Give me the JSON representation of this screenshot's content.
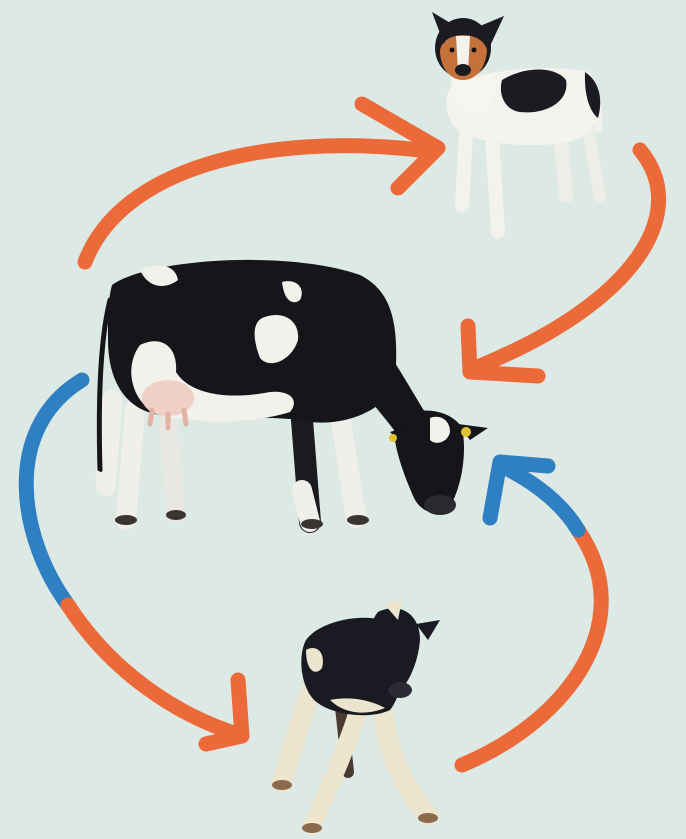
{
  "diagram": {
    "background_color": "#dce9e4",
    "arrow_colors": {
      "orange": "#ec6a3a",
      "blue": "#2f7fc3"
    },
    "nodes": [
      {
        "id": "dog",
        "icon": "dog-icon"
      },
      {
        "id": "cow",
        "icon": "cow-icon"
      },
      {
        "id": "calf",
        "icon": "calf-icon"
      }
    ],
    "arrows": [
      {
        "id": "cow-to-dog",
        "from": "cow",
        "to": "dog",
        "color": "orange"
      },
      {
        "id": "dog-to-cow",
        "from": "dog",
        "to": "cow",
        "color": "orange"
      },
      {
        "id": "cow-to-calf",
        "from": "cow",
        "to": "calf",
        "color": "blue+orange"
      },
      {
        "id": "calf-to-cow",
        "from": "calf",
        "to": "cow",
        "color": "orange+blue"
      }
    ]
  }
}
